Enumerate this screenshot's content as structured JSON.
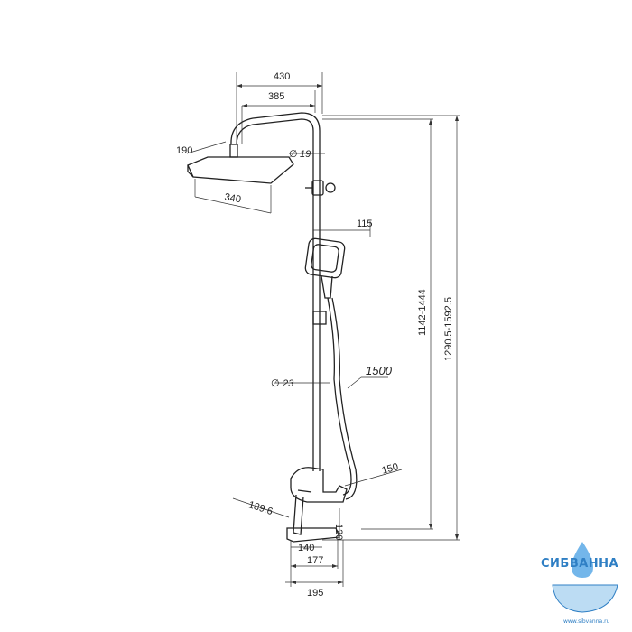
{
  "dimensions": {
    "overall_head_width": "430",
    "head_arm_length": "385",
    "head_depth": "190",
    "head_width": "340",
    "top_pipe_diameter": "19",
    "hand_shower_offset": "115",
    "height_range_1": "1142-1444",
    "height_range_2": "1290.5-1592.5",
    "main_pipe_diameter": "23",
    "hose_length": "1500",
    "mixer_depth": "150",
    "spout_length": "189.6",
    "spout_height": "120",
    "bottom_140": "140",
    "bottom_177": "177",
    "bottom_195": "195",
    "diameter_symbol": "∅"
  },
  "watermark": {
    "brand": "СИБВАННА",
    "site": "www.sibvanna.ru"
  },
  "colors": {
    "line": "#222222",
    "brand": "#2f7fc4",
    "drop": "#5aa9e6"
  }
}
